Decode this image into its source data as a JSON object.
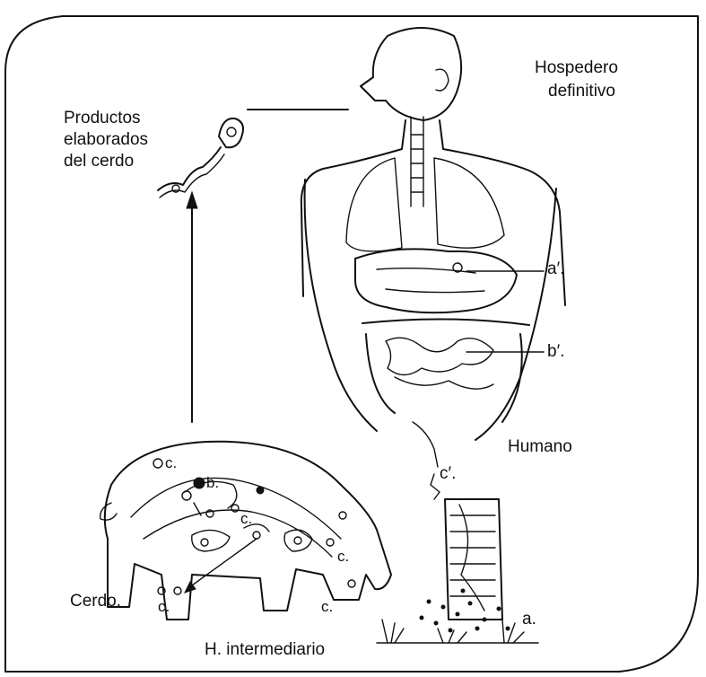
{
  "labels": {
    "definitive_host": [
      "Hospedero",
      "definitivo"
    ],
    "pork_products": [
      "Productos",
      "elaborados",
      "del cerdo"
    ],
    "human": "Humano",
    "pig": "Cerdo.",
    "intermediate_host": "H. intermediario",
    "stages": {
      "a_prime": "a′.",
      "b_prime": "b′.",
      "c_prime": "c′.",
      "a": "a.",
      "b": "b.",
      "c1": "c.",
      "c2": "c.",
      "c3": "c.",
      "c4": "c.",
      "c5": "c."
    }
  }
}
